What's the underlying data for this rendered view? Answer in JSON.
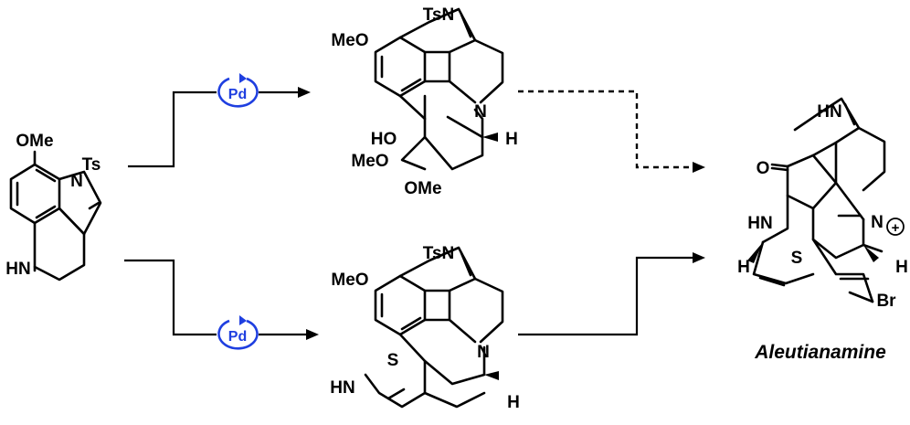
{
  "colors": {
    "catalyst": "#1f3fe0",
    "ink": "#000000"
  },
  "catalyst_label": "Pd",
  "product_name": "Aleutianamine",
  "start_material": {
    "methoxy": "OMe",
    "tosyl": "Ts",
    "n": "N",
    "nh": "HN"
  },
  "top_intermediate": {
    "tsn": "TsN",
    "methoxy": "MeO",
    "n": "N",
    "ho": "HO",
    "h": "H",
    "meo2": "MeO",
    "ome": "OMe"
  },
  "bottom_intermediate": {
    "tsn": "TsN",
    "methoxy": "MeO",
    "n": "N",
    "s": "S",
    "hn": "HN",
    "h": "H"
  },
  "product": {
    "hn_top": "HN",
    "o": "O",
    "hn_left": "HN",
    "n": "N",
    "charge": "+",
    "s": "S",
    "h_left": "H",
    "h_right": "H",
    "br": "Br"
  }
}
